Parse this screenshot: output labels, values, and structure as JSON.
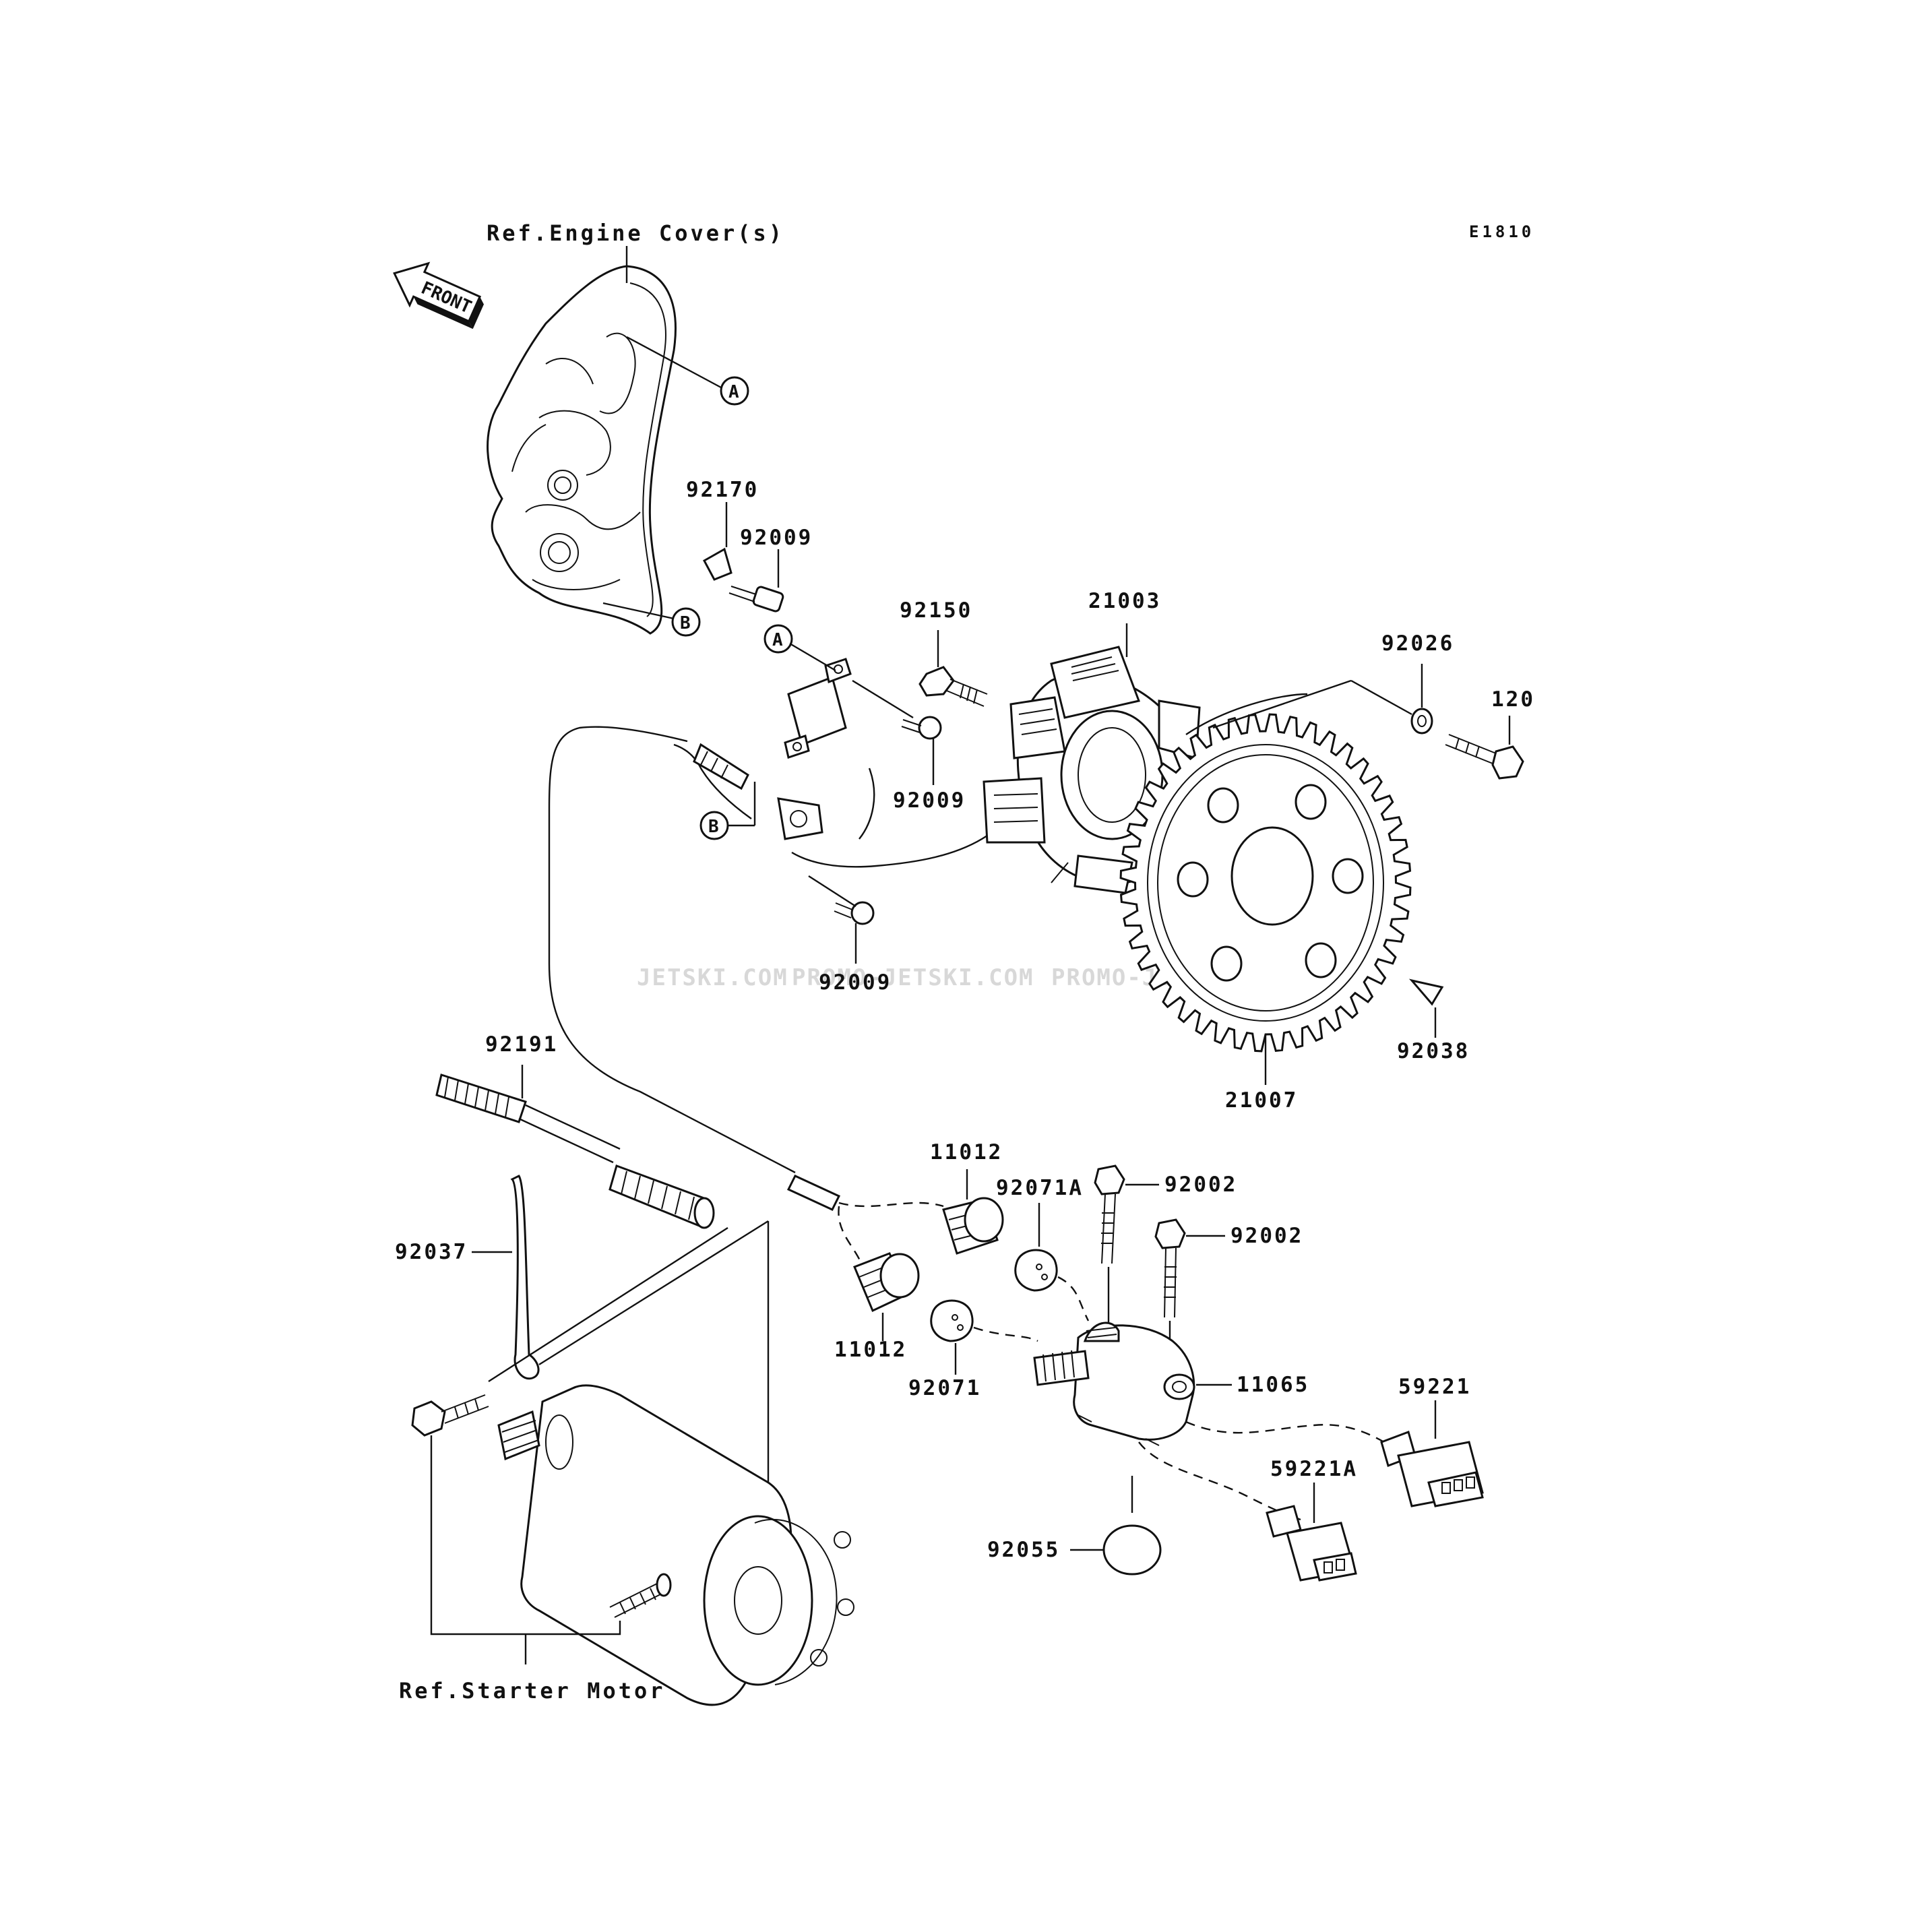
{
  "diagram_code": "E1810",
  "orientation_arrow": {
    "label": "FRONT",
    "icon": "front-arrow-icon"
  },
  "references": {
    "engine_cover": "Ref.Engine Cover(s)",
    "starter_motor": "Ref.Starter Motor"
  },
  "watermark": [
    "JETSKI.COM",
    "PROMO-JETSKI.COM",
    "PROMO-JETSKI.COM"
  ],
  "circle_markers": {
    "a_upper": "A",
    "b_upper": "B",
    "a_lower": "A",
    "b_lower": "B"
  },
  "parts": {
    "p92170": "92170",
    "p92009_top": "92009",
    "p92150": "92150",
    "p21003": "21003",
    "p92026": "92026",
    "p120": "120",
    "p92009_mid": "92009",
    "p92009_low": "92009",
    "p92038": "92038",
    "p21007": "21007",
    "p92191": "92191",
    "p92037": "92037",
    "p11012_top": "11012",
    "p92071a": "92071A",
    "p92002_a": "92002",
    "p92002_b": "92002",
    "p11012_low": "11012",
    "p92071": "92071",
    "p11065": "11065",
    "p59221": "59221",
    "p59221a": "59221A",
    "p92055": "92055"
  }
}
